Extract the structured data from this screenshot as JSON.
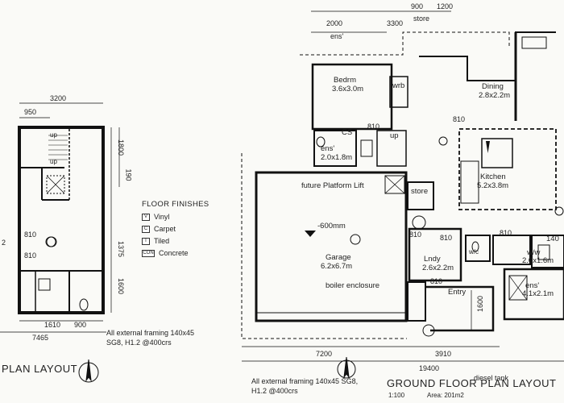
{
  "upper_plan": {
    "title": "PLAN LAYOUT",
    "dims": [
      "3200",
      "950",
      "1800",
      "190",
      "1375",
      "1600",
      "1610",
      "900",
      "7465",
      "810",
      "810",
      "2"
    ],
    "labels": [
      "up",
      "up"
    ],
    "framing_note": [
      "All external framing 140x45",
      "SG8, H1.2 @400crs"
    ]
  },
  "legend": {
    "title": "FLOOR FINISHES",
    "items": [
      {
        "code": "V",
        "label": "Vinyl"
      },
      {
        "code": "C",
        "label": "Carpet"
      },
      {
        "code": "T",
        "label": "Tiled"
      },
      {
        "code": "CON",
        "label": "Concrete"
      }
    ]
  },
  "ground_plan": {
    "title": "GROUND FLOOR PLAN LAYOUT",
    "scale": "1:100",
    "area": "Area: 201m2",
    "framing_note": [
      "All external framing 140x45 SG8,",
      "H1.2 @400crs"
    ],
    "top_dims": [
      "900",
      "1200",
      "store",
      "2000",
      "3300",
      "ens'"
    ],
    "bottom_dims": [
      "7200",
      "3910",
      "19400",
      "1600",
      "diesel tank"
    ],
    "rooms": {
      "bedroom": [
        "Bedrm",
        "3.6x3.0m"
      ],
      "wrb": "wrb",
      "dining": [
        "Dining",
        "2.8x2.2m"
      ],
      "cs": "CS",
      "ens1": [
        "ens'",
        "2.0x1.8m"
      ],
      "up": "up",
      "kitchen": [
        "Kitchen",
        "5.2x3.8m"
      ],
      "platform": "future Platform Lift",
      "store": "store",
      "garage": [
        "Garage",
        "6.2x6.7m"
      ],
      "level": "-600mm",
      "boiler": "boiler enclosure",
      "laundry": [
        "Lndy",
        "2.6x2.2m"
      ],
      "entry": "Entry",
      "ww": [
        "w/w",
        "2.0x1.6m"
      ],
      "ens2": [
        "ens'",
        "4.1x2.1m"
      ],
      "wc": "w/c",
      "partial_140": "140",
      "dims_misc": [
        "810",
        "810",
        "810",
        "810",
        "810",
        "810"
      ]
    }
  }
}
